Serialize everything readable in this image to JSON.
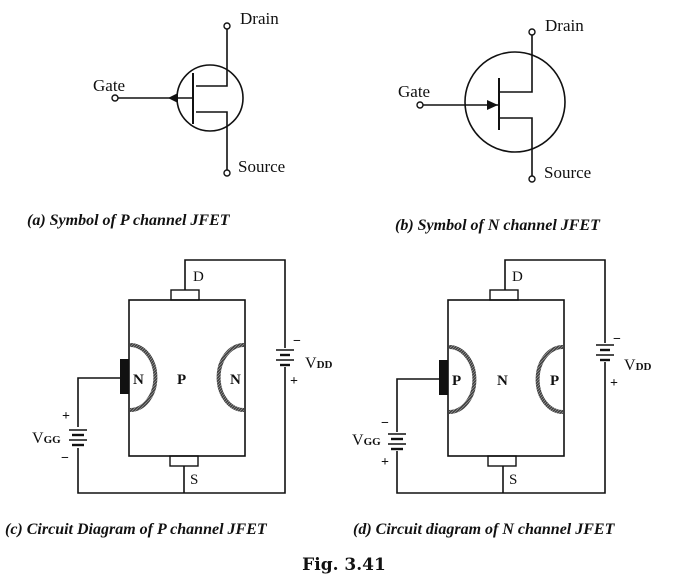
{
  "figure": {
    "number_label": "Fig. 3.41",
    "panels": [
      {
        "id": "a",
        "caption": "(a) Symbol of P channel JFET",
        "type": "symbol",
        "terminals": {
          "drain": "Drain",
          "gate": "Gate",
          "source": "Source"
        },
        "arrow_direction": "outward"
      },
      {
        "id": "b",
        "caption": "(b) Symbol of N channel JFET",
        "type": "symbol",
        "terminals": {
          "drain": "Drain",
          "gate": "Gate",
          "source": "Source"
        },
        "arrow_direction": "inward"
      },
      {
        "id": "c",
        "caption": "(c) Circuit Diagram of P channel JFET",
        "type": "circuit",
        "channel_label": "P",
        "gate_region_label": "N",
        "drain_label": "D",
        "source_label": "S",
        "vdd": {
          "name": "V",
          "sub": "DD",
          "top_sign": "−",
          "bottom_sign": "+"
        },
        "vgg": {
          "name": "V",
          "sub": "GG",
          "top_sign": "+",
          "bottom_sign": "−"
        }
      },
      {
        "id": "d",
        "caption": "(d) Circuit diagram of N channel JFET",
        "type": "circuit",
        "channel_label": "N",
        "gate_region_label": "P",
        "drain_label": "D",
        "source_label": "S",
        "vdd": {
          "name": "V",
          "sub": "DD",
          "top_sign": "−",
          "bottom_sign": "+"
        },
        "vgg": {
          "name": "V",
          "sub": "GG",
          "top_sign": "−",
          "bottom_sign": "+"
        }
      }
    ]
  }
}
